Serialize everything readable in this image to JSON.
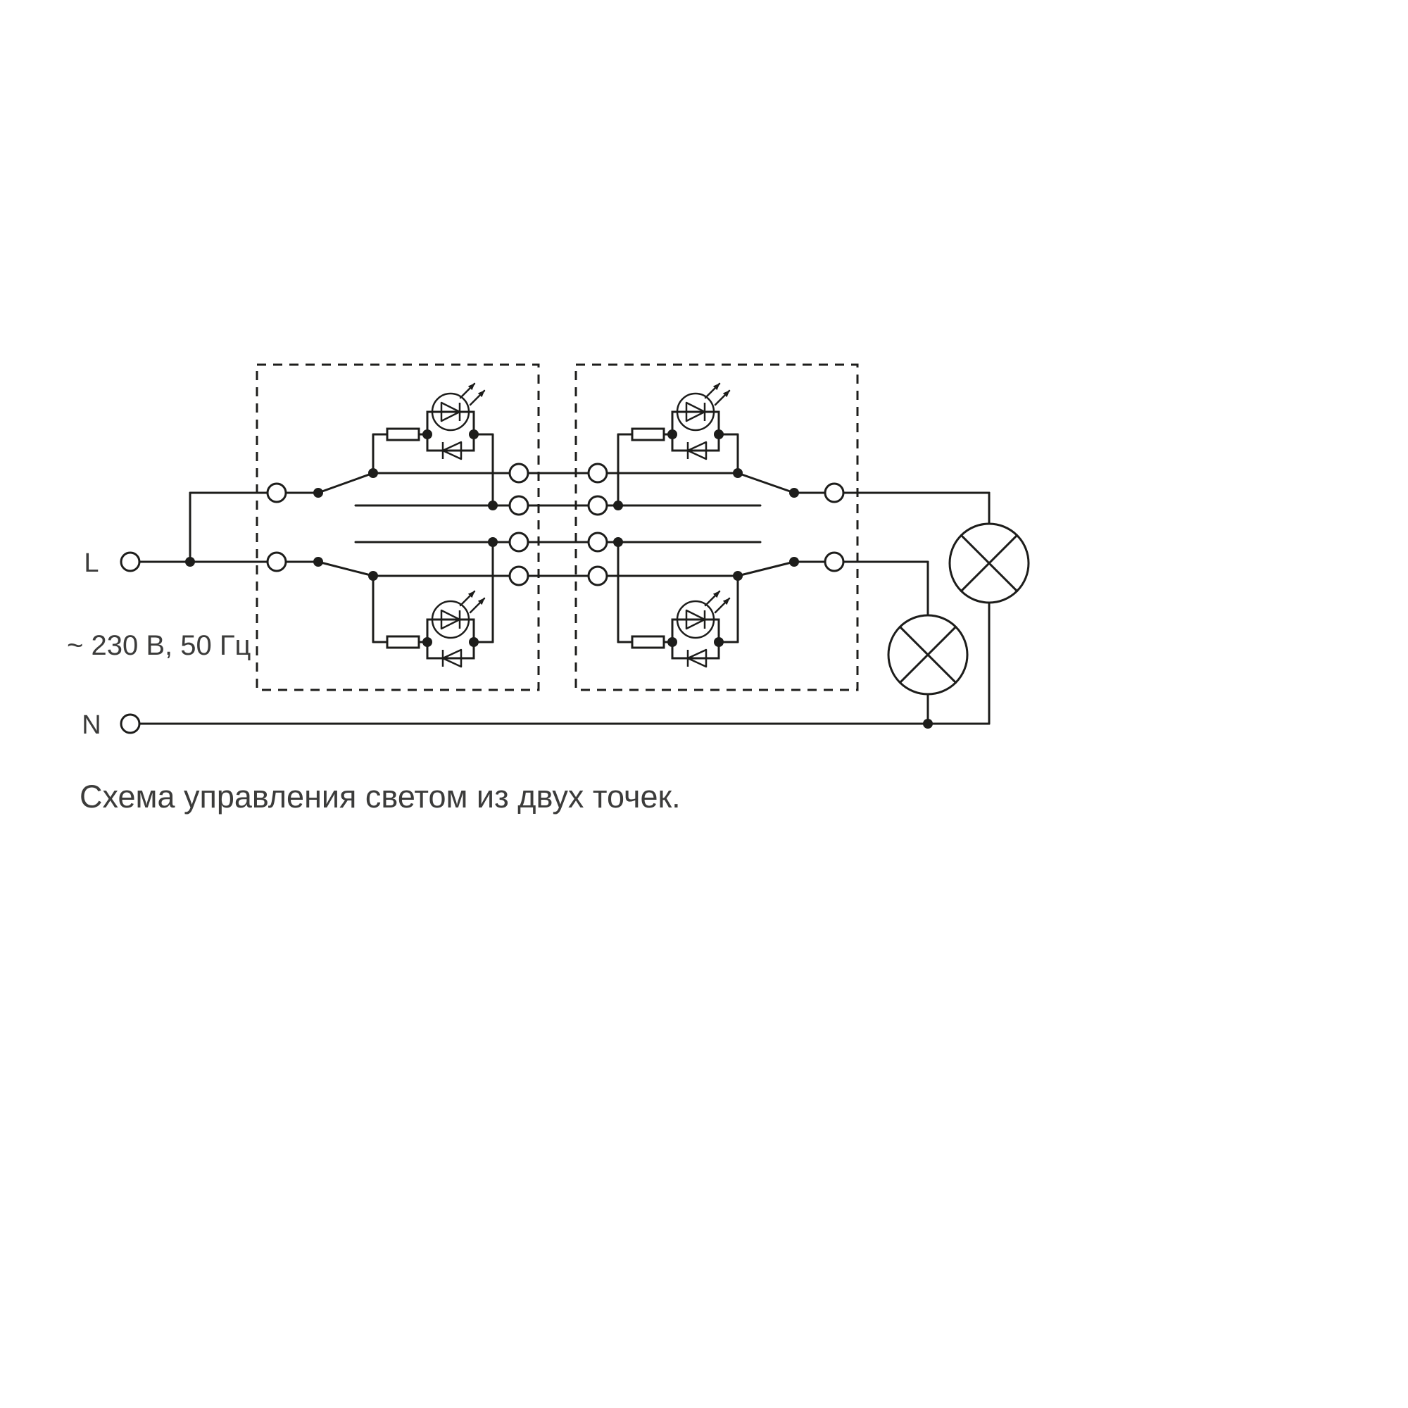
{
  "diagram": {
    "title": "Схема управления светом из двух точек.",
    "labels": {
      "phase": "L",
      "neutral": "N",
      "voltage": "~ 230 В, 50 Гц"
    },
    "colors": {
      "line": "#1d1d1b",
      "text": "#3c3c3b",
      "background": "#ffffff"
    },
    "elements": {
      "switch_boxes": 2,
      "lamps": 2,
      "led_indicators": 4
    }
  }
}
